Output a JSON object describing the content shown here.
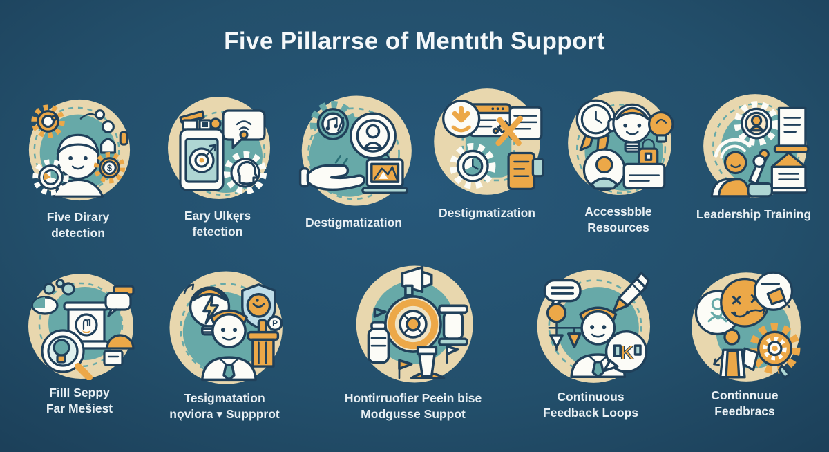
{
  "title": "Five Pillarrse of Mentıth Support",
  "colors": {
    "background": "#224f6b",
    "badge_tan": "#e8d7ae",
    "teal": "#67a9a8",
    "teal_light": "#aed6d3",
    "orange": "#eca848",
    "white": "#fcfcf7",
    "outline": "#20405a",
    "title_text": "#f4f8fa",
    "label_text": "#e9f0f4"
  },
  "pillars": [
    {
      "icon": "person-with-gears-icon",
      "line1": "Five Dirary",
      "line2": "detection"
    },
    {
      "icon": "tablet-speech-gear-icon",
      "line1": "Eary Ulkęrs",
      "line2": "fetection"
    },
    {
      "icon": "hand-laptop-person-icon",
      "line1": "Destigmatization",
      "line2": ""
    },
    {
      "icon": "download-windows-gear-icon",
      "line1": "Destigmatization",
      "line2": ""
    },
    {
      "icon": "clock-bulb-card-icon",
      "line1": "Accessbble",
      "line2": "Resources"
    },
    {
      "icon": "gear-person-house-icon",
      "line1": "Leadership Training",
      "line2": ""
    },
    {
      "icon": "magnifier-bulb-podium-icon",
      "line1": "Filll Seppy",
      "line2": "Far Mešiest"
    },
    {
      "icon": "person-shield-bulb-icon",
      "line1": "Tesigmatation",
      "line2": "nǫviora ▾ Suppprot"
    },
    {
      "icon": "target-megaphone-icon",
      "line1": "Hontirruofier Peein bise",
      "line2": "Modgusse Suppot"
    },
    {
      "icon": "person-feedback-scale-icon",
      "line1": "Continuous",
      "line2": "Feedback Loops"
    },
    {
      "icon": "strategy-gears-icon",
      "line1": "Continnuue",
      "line2": "Feedbracs"
    }
  ]
}
